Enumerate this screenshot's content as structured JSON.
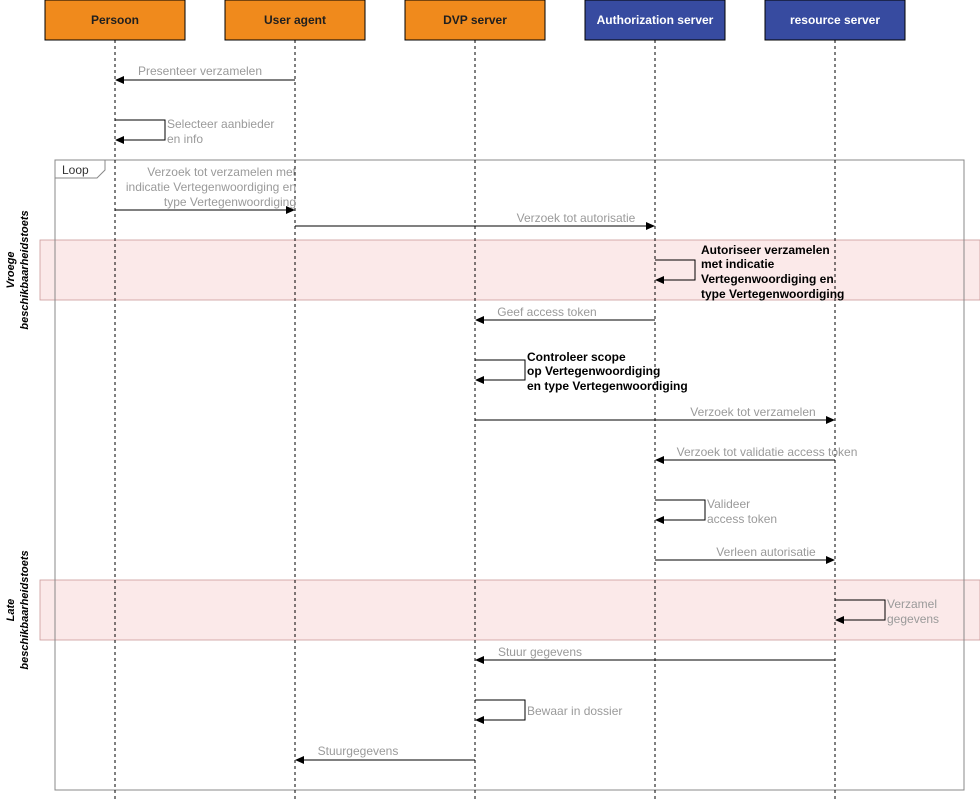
{
  "actors": [
    {
      "id": "persoon",
      "label": "Persoon",
      "fill": "#F08A1C",
      "text_color": "#1f1f1f"
    },
    {
      "id": "useragent",
      "label": "User agent",
      "fill": "#F08A1C",
      "text_color": "#1f1f1f"
    },
    {
      "id": "dvp",
      "label": "DVP server",
      "fill": "#F08A1C",
      "text_color": "#1f1f1f"
    },
    {
      "id": "authz",
      "label": "Authorization server",
      "fill": "#374BA0",
      "text_color": "#ffffff"
    },
    {
      "id": "resource",
      "label": "resource server",
      "fill": "#374BA0",
      "text_color": "#ffffff"
    }
  ],
  "loop": {
    "label": "Loop"
  },
  "bands": [
    {
      "id": "vroege",
      "lines": [
        "Vroege",
        "beschikbaarheidstoets"
      ],
      "fill": "#FBE9E9"
    },
    {
      "id": "late",
      "lines": [
        "Late",
        "beschikbaarheidstoets"
      ],
      "fill": "#FBE9E9"
    }
  ],
  "messages": [
    {
      "id": "m1",
      "from": "useragent",
      "to": "persoon",
      "kind": "arrow",
      "lines": [
        "Presenteer verzamelen"
      ],
      "bold": false
    },
    {
      "id": "m2",
      "from": "persoon",
      "to": "persoon",
      "kind": "self",
      "lines": [
        "Selecteer aanbieder",
        "en info"
      ],
      "bold": false
    },
    {
      "id": "m3",
      "from": "persoon",
      "to": "useragent",
      "kind": "arrow",
      "lines": [
        "Verzoek tot verzamelen met",
        "indicatie Vertegenwoordiging en",
        "type Vertegenwoordiging"
      ],
      "bold": false
    },
    {
      "id": "m4",
      "from": "useragent",
      "to": "authz",
      "kind": "arrow",
      "lines": [
        "Verzoek tot autorisatie"
      ],
      "bold": false
    },
    {
      "id": "m5",
      "from": "authz",
      "to": "authz",
      "kind": "self",
      "lines": [
        "Autoriseer verzamelen",
        "met indicatie",
        "Vertegenwoordiging en",
        "type Vertegenwoordiging"
      ],
      "bold": true
    },
    {
      "id": "m6",
      "from": "authz",
      "to": "dvp",
      "kind": "arrow",
      "lines": [
        "Geef access token"
      ],
      "bold": false
    },
    {
      "id": "m7",
      "from": "dvp",
      "to": "dvp",
      "kind": "self",
      "lines": [
        "Controleer scope",
        "op Vertegenwoordiging",
        "en type Vertegenwoordiging"
      ],
      "bold": true
    },
    {
      "id": "m8",
      "from": "dvp",
      "to": "resource",
      "kind": "arrow",
      "lines": [
        "Verzoek tot verzamelen"
      ],
      "bold": false
    },
    {
      "id": "m9",
      "from": "resource",
      "to": "authz",
      "kind": "arrow",
      "lines": [
        "Verzoek tot validatie access token"
      ],
      "bold": false
    },
    {
      "id": "m10",
      "from": "authz",
      "to": "authz",
      "kind": "self",
      "lines": [
        "Valideer",
        "access token"
      ],
      "bold": false
    },
    {
      "id": "m11",
      "from": "authz",
      "to": "resource",
      "kind": "arrow",
      "lines": [
        "Verleen autorisatie"
      ],
      "bold": false
    },
    {
      "id": "m12",
      "from": "resource",
      "to": "resource",
      "kind": "self",
      "lines": [
        "Verzamel",
        "gegevens"
      ],
      "bold": false
    },
    {
      "id": "m13",
      "from": "resource",
      "to": "dvp",
      "kind": "arrow",
      "lines": [
        "Stuur gegevens"
      ],
      "bold": false
    },
    {
      "id": "m14",
      "from": "dvp",
      "to": "dvp",
      "kind": "self",
      "lines": [
        "Bewaar in dossier"
      ],
      "bold": false
    },
    {
      "id": "m15",
      "from": "dvp",
      "to": "useragent",
      "kind": "arrow",
      "lines": [
        "Stuurgegevens"
      ],
      "bold": false
    }
  ]
}
